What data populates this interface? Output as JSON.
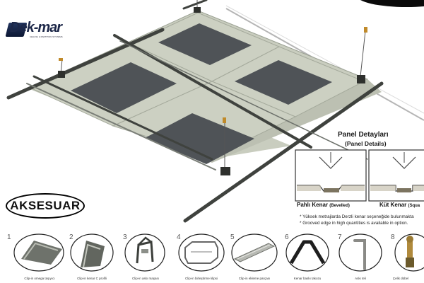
{
  "brand": {
    "logo_text": "Dek-mar",
    "tagline": "CEILING & PARTITION SYSTEMS",
    "color": "#1c2748"
  },
  "badge": {
    "label": "AKSESUAR"
  },
  "panel_details": {
    "title": "Panel Detayları",
    "subtitle": "(Panel Details)",
    "bevelled_label": "Pahlı Kenar",
    "bevelled_en": "(Bevelled)",
    "square_label": "Küt Kenar",
    "square_en": "(Squa",
    "note_tr": "* Yüksek metrajlarda Derzli kenar seçeneğide bulunmakta",
    "note_en": "* Grooved edge in high quantities is available in option."
  },
  "accessories": [
    {
      "num": "1",
      "label": "Clip-in omega taşıyıcı",
      "icon": "omega-carrier-icon"
    },
    {
      "num": "2",
      "label": "Clip-in kenar C profili",
      "icon": "c-profile-icon"
    },
    {
      "num": "3",
      "label": "Clip-in askı maşası",
      "icon": "hanger-clip-icon"
    },
    {
      "num": "4",
      "label": "Clip-in birleştirme klipsi",
      "icon": "joining-clip-icon"
    },
    {
      "num": "5",
      "label": "Clip-in ekleme parçası",
      "icon": "splice-piece-icon"
    },
    {
      "num": "6",
      "label": "Kenar baskı takozu",
      "icon": "edge-wedge-icon"
    },
    {
      "num": "7",
      "label": "Askı teli",
      "icon": "hanger-wire-icon"
    },
    {
      "num": "8",
      "label": "Çelik dübel",
      "icon": "steel-anchor-icon"
    }
  ],
  "colors": {
    "panel_frame": "#c9cdbf",
    "panel_perforation": "#4f5357",
    "rail": "#585c57",
    "circle_stroke": "#222222"
  }
}
